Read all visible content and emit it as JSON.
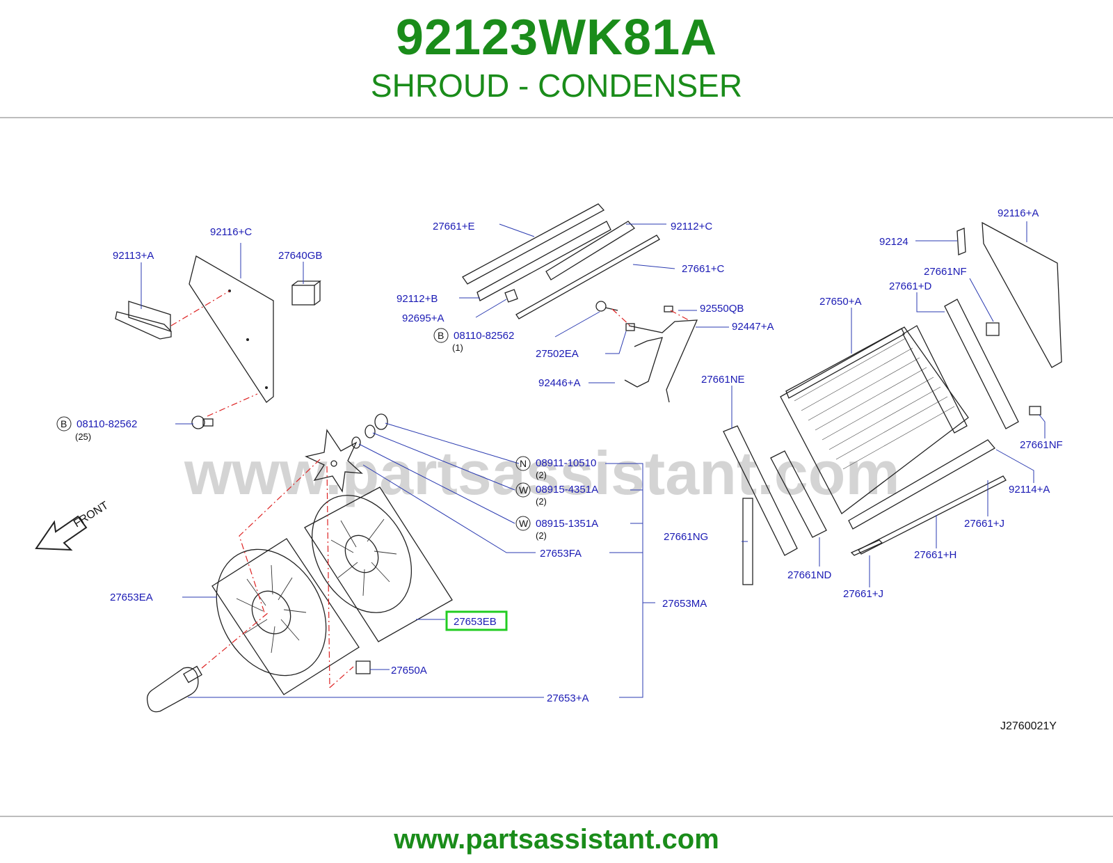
{
  "header": {
    "part_number": "92123WK81A",
    "part_name": "SHROUD - CONDENSER"
  },
  "footer": {
    "url": "www.partsassistant.com"
  },
  "diagram": {
    "watermark": "www.partsassistant.com",
    "front_label": "FRONT",
    "diagram_code": "J2760021Y",
    "highlighted_part": "27653EB",
    "labels": {
      "p92116C": "92116+C",
      "p92113A": "92113+A",
      "p27640GB": "27640GB",
      "b08110_1": "08110-82562",
      "b08110_1_qty": "(25)",
      "p27661E": "27661+E",
      "p92112C": "92112+C",
      "p27661C": "27661+C",
      "p92112B": "92112+B",
      "p92695A": "92695+A",
      "b08110_2": "08110-82562",
      "b08110_2_qty": "(1)",
      "p92550QB": "92550QB",
      "p92447A": "92447+A",
      "p27502EA": "27502EA",
      "p92446A": "92446+A",
      "p92116A": "92116+A",
      "p92124": "92124",
      "p27661NF_1": "27661NF",
      "p27661D": "27661+D",
      "p27650A_plus": "27650+A",
      "p27661NE": "27661NE",
      "p27661NF_2": "27661NF",
      "p92114A": "92114+A",
      "p27661J_1": "27661+J",
      "p27661NG": "27661NG",
      "p27661H": "27661+H",
      "p27661ND": "27661ND",
      "p27661J_2": "27661+J",
      "n08911": "08911-10510",
      "n08911_qty": "(2)",
      "w08915_4351A": "08915-4351A",
      "w08915_4351A_qty": "(2)",
      "w08915_1351A": "08915-1351A",
      "w08915_1351A_qty": "(2)",
      "p27653FA": "27653FA",
      "p27653EA": "27653EA",
      "p27653MA": "27653MA",
      "p27653EB": "27653EB",
      "p27650A": "27650A",
      "p27653A": "27653+A"
    },
    "callout_letters": {
      "b": "B",
      "n": "N",
      "w": "W"
    }
  },
  "colors": {
    "brand_green": "#1a8c1a",
    "label_blue": "#1a1ab4",
    "highlight_green": "#22cc22",
    "assembly_dash": "#dd2222"
  }
}
